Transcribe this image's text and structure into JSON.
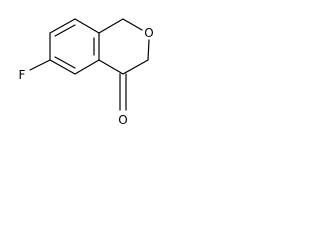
{
  "structure": {
    "atoms": {
      "fluorine": "F",
      "ring_oxygen": "O",
      "carbonyl_oxygen": "O"
    },
    "colors": {
      "bond": "#000000",
      "label": "#000000",
      "background": "#ffffff"
    }
  }
}
